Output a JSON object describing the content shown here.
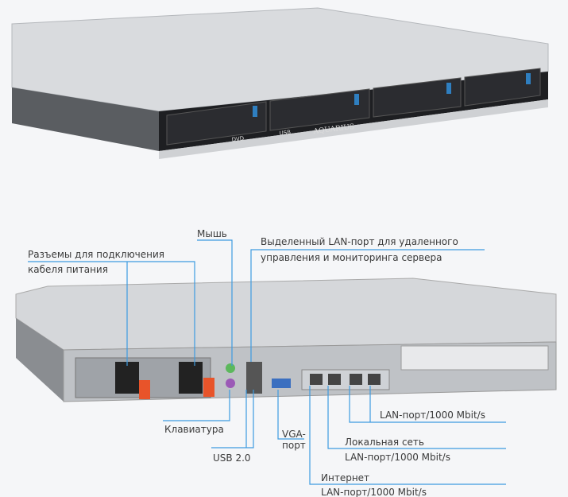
{
  "front_brand": "AQUARIUS",
  "front_dvd": "DVD",
  "front_usb": "USB",
  "labels": {
    "power_line1": "Разъемы для подключения",
    "power_line2": "кабеля питания",
    "mouse": "Мышь",
    "mgmt_line1": "Выделенный LAN-порт для удаленного",
    "mgmt_line2": "управления и мониторинга сервера",
    "keyboard": "Клавиатура",
    "usb": "USB 2.0",
    "vga_line1": "VGA-",
    "vga_line2": "порт",
    "lan_top": "LAN-порт/1000 Mbit/s",
    "local_title": "Локальная сеть",
    "local_sub": "LAN-порт/1000 Mbit/s",
    "internet_title": "Интернет",
    "internet_sub": "LAN-порт/1000 Mbit/s"
  },
  "colors": {
    "callout": "#3d9be0",
    "background": "#f5f6f8",
    "handle": "#e8542a"
  }
}
